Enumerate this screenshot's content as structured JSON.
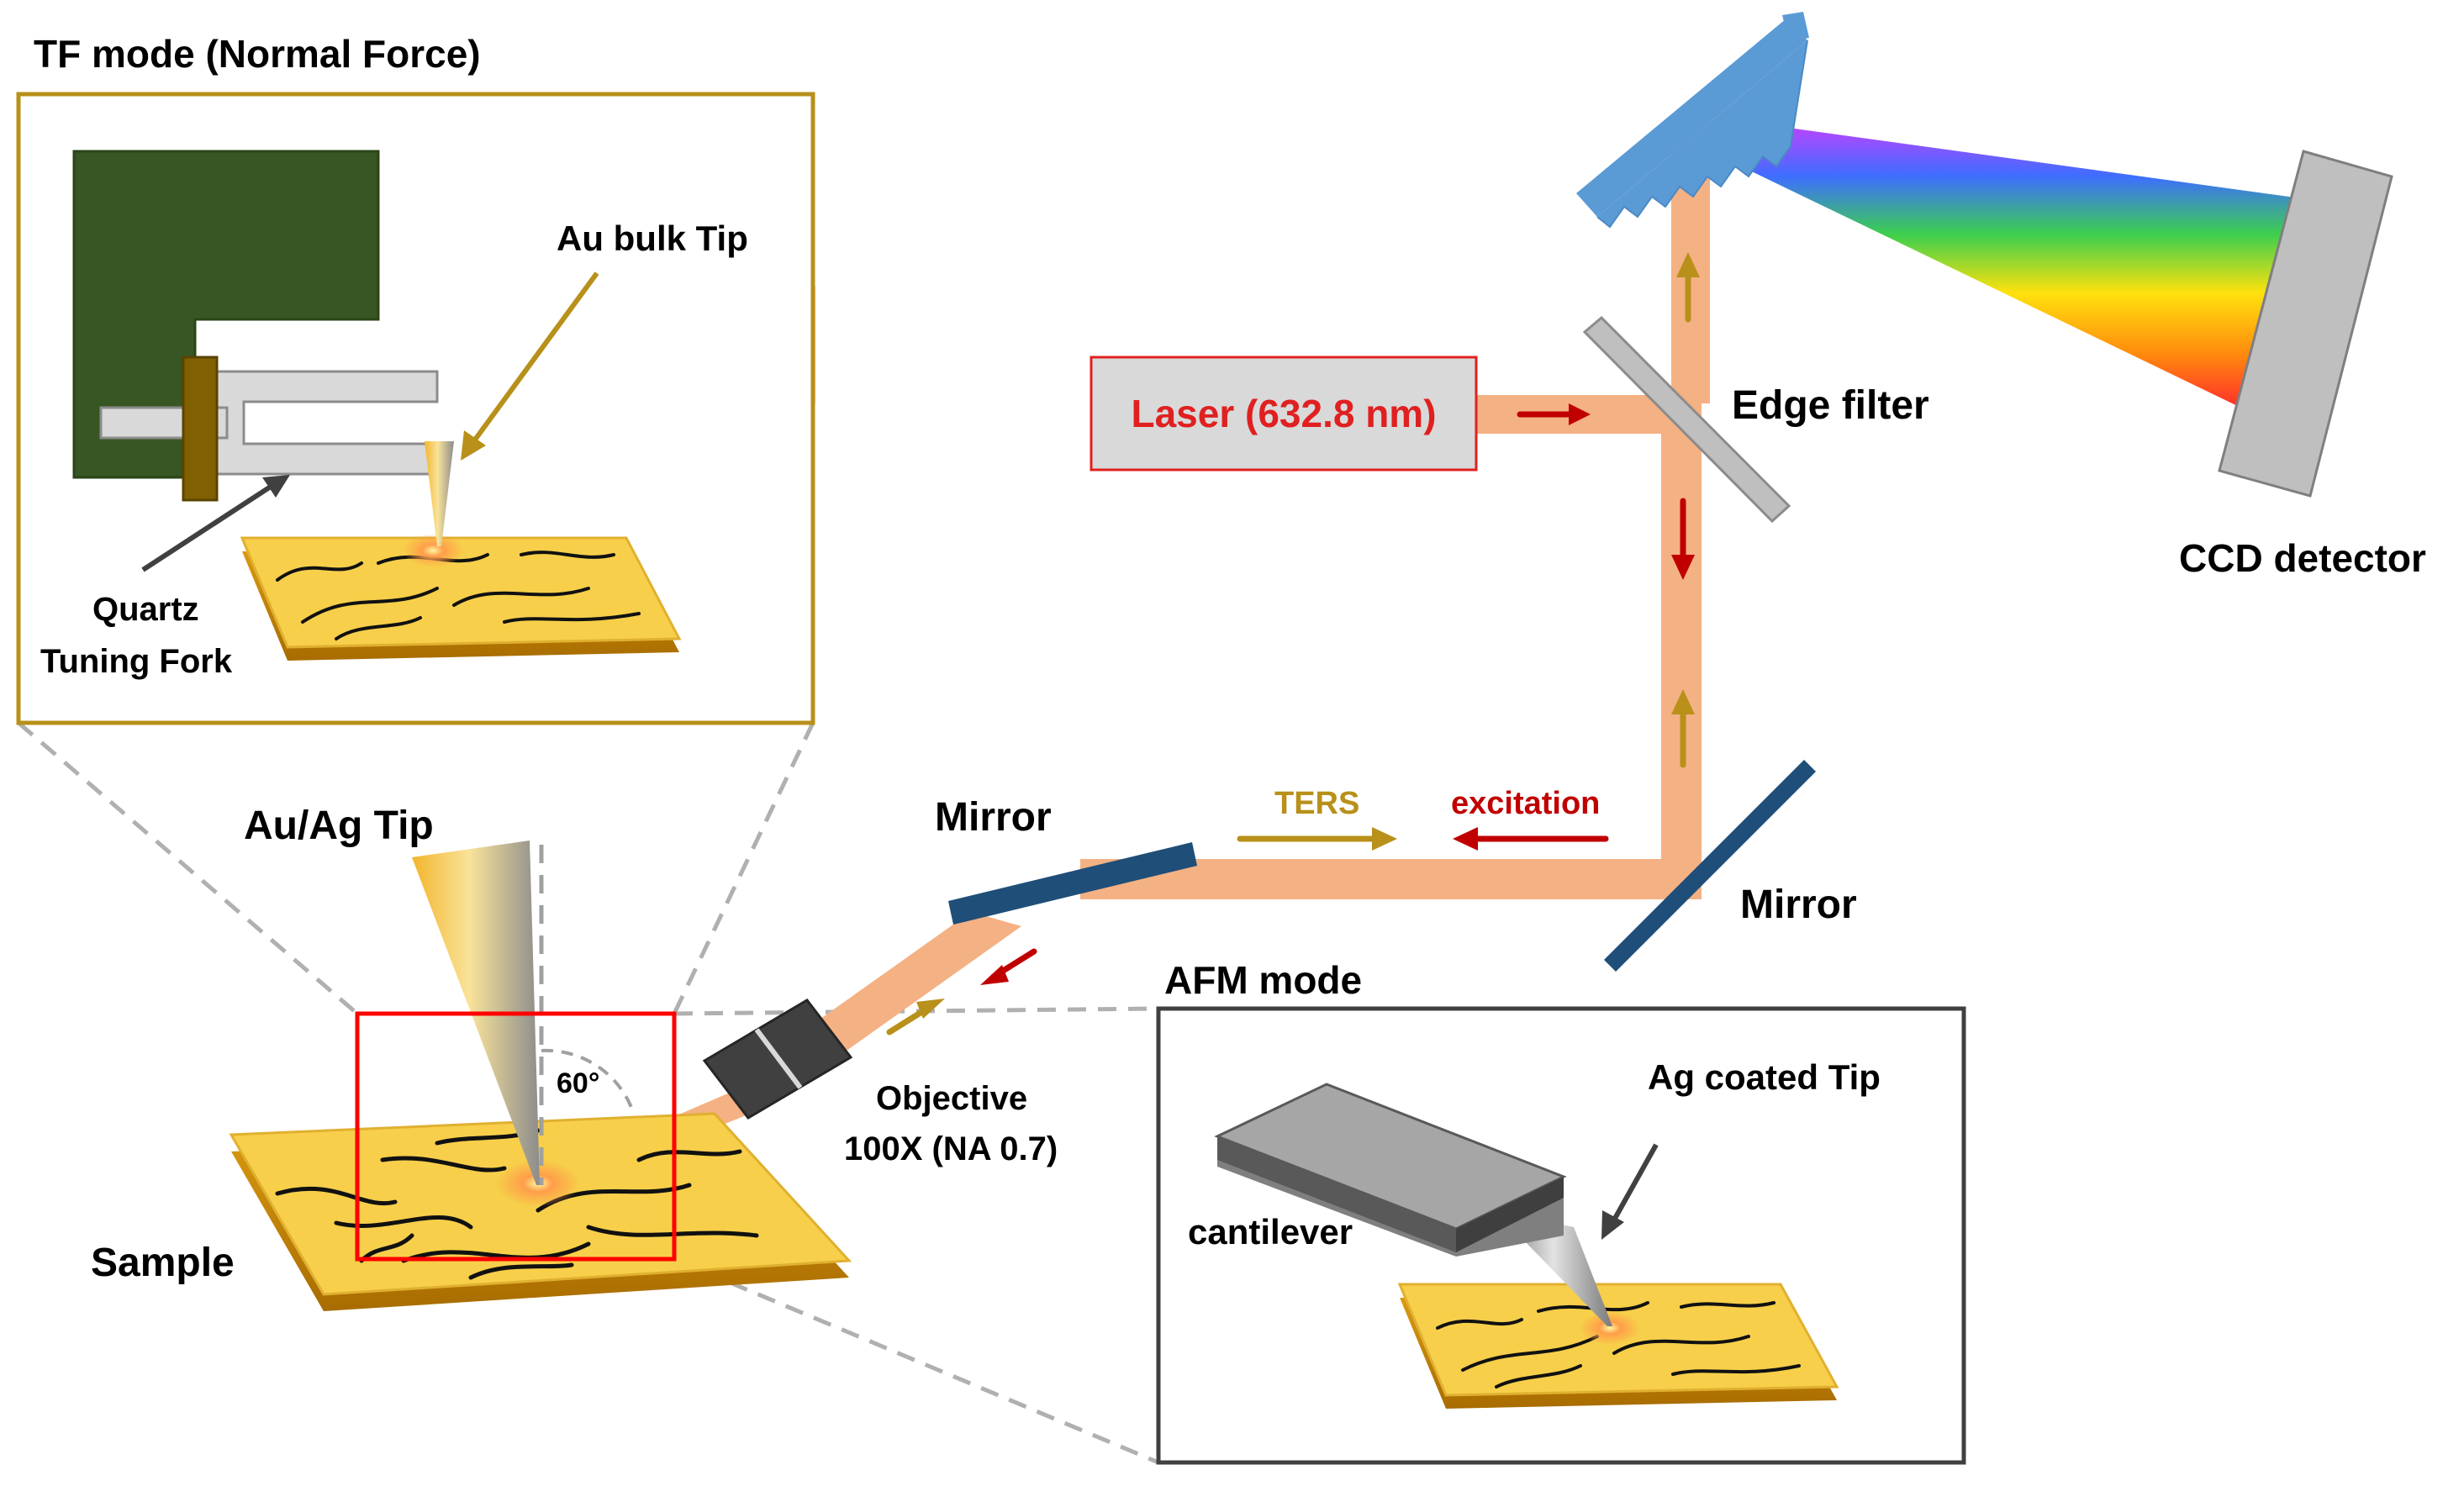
{
  "labels": {
    "tf_mode": "TF mode (Normal Force)",
    "au_bulk_tip": "Au bulk Tip",
    "quartz": "Quartz",
    "tuning_fork": "Tuning  Fork",
    "laser": "Laser (632.8 nm)",
    "edge_filter": "Edge filter",
    "ccd_detector": "CCD detector",
    "ters": "TERS",
    "excitation": "excitation",
    "mirror_left": "Mirror",
    "mirror_right": "Mirror",
    "au_ag_tip": "Au/Ag Tip",
    "angle": "60°",
    "sample": "Sample",
    "objective": "Objective",
    "objective_spec": "100X (NA 0.7)",
    "afm_mode": "AFM mode",
    "ag_coated_tip": "Ag coated Tip",
    "cantilever": "cantilever"
  },
  "colors": {
    "ters_signal": "#b8901a",
    "excitation": "#c00000",
    "beam": "#f4b183",
    "laser_border": "#e02020",
    "tf_box_border": "#b8901a",
    "afm_box_border": "#404040",
    "zoom_box": "#ff0000",
    "mirror": "#1f4e79",
    "grating": "#5b9bd5",
    "sample": "#f7cf4a",
    "tuning_fork_board": "#375623",
    "detector": "#bfbfbf"
  },
  "icons": {
    "laser": "laser-source-icon",
    "edge_filter": "edge-filter-icon",
    "grating": "diffraction-grating-icon",
    "detector": "ccd-detector-icon",
    "objective": "objective-lens-icon"
  }
}
